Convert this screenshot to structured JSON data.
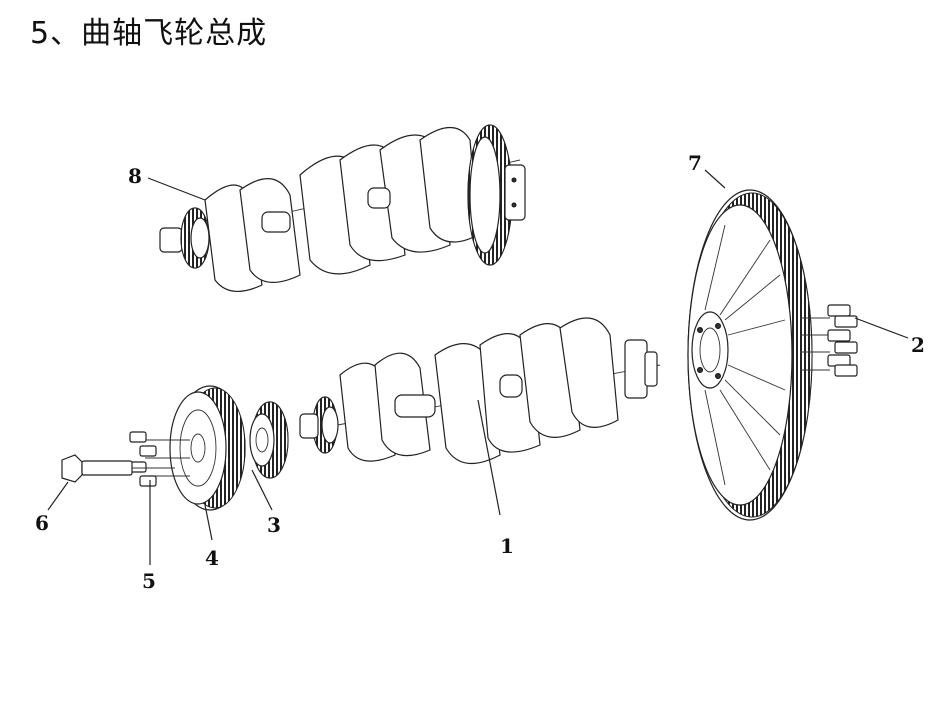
{
  "title": "5、曲轴飞轮总成",
  "labels": {
    "p1": "1",
    "p2": "2",
    "p3": "3",
    "p4": "4",
    "p5": "5",
    "p6": "6",
    "p7": "7",
    "p8": "8"
  }
}
